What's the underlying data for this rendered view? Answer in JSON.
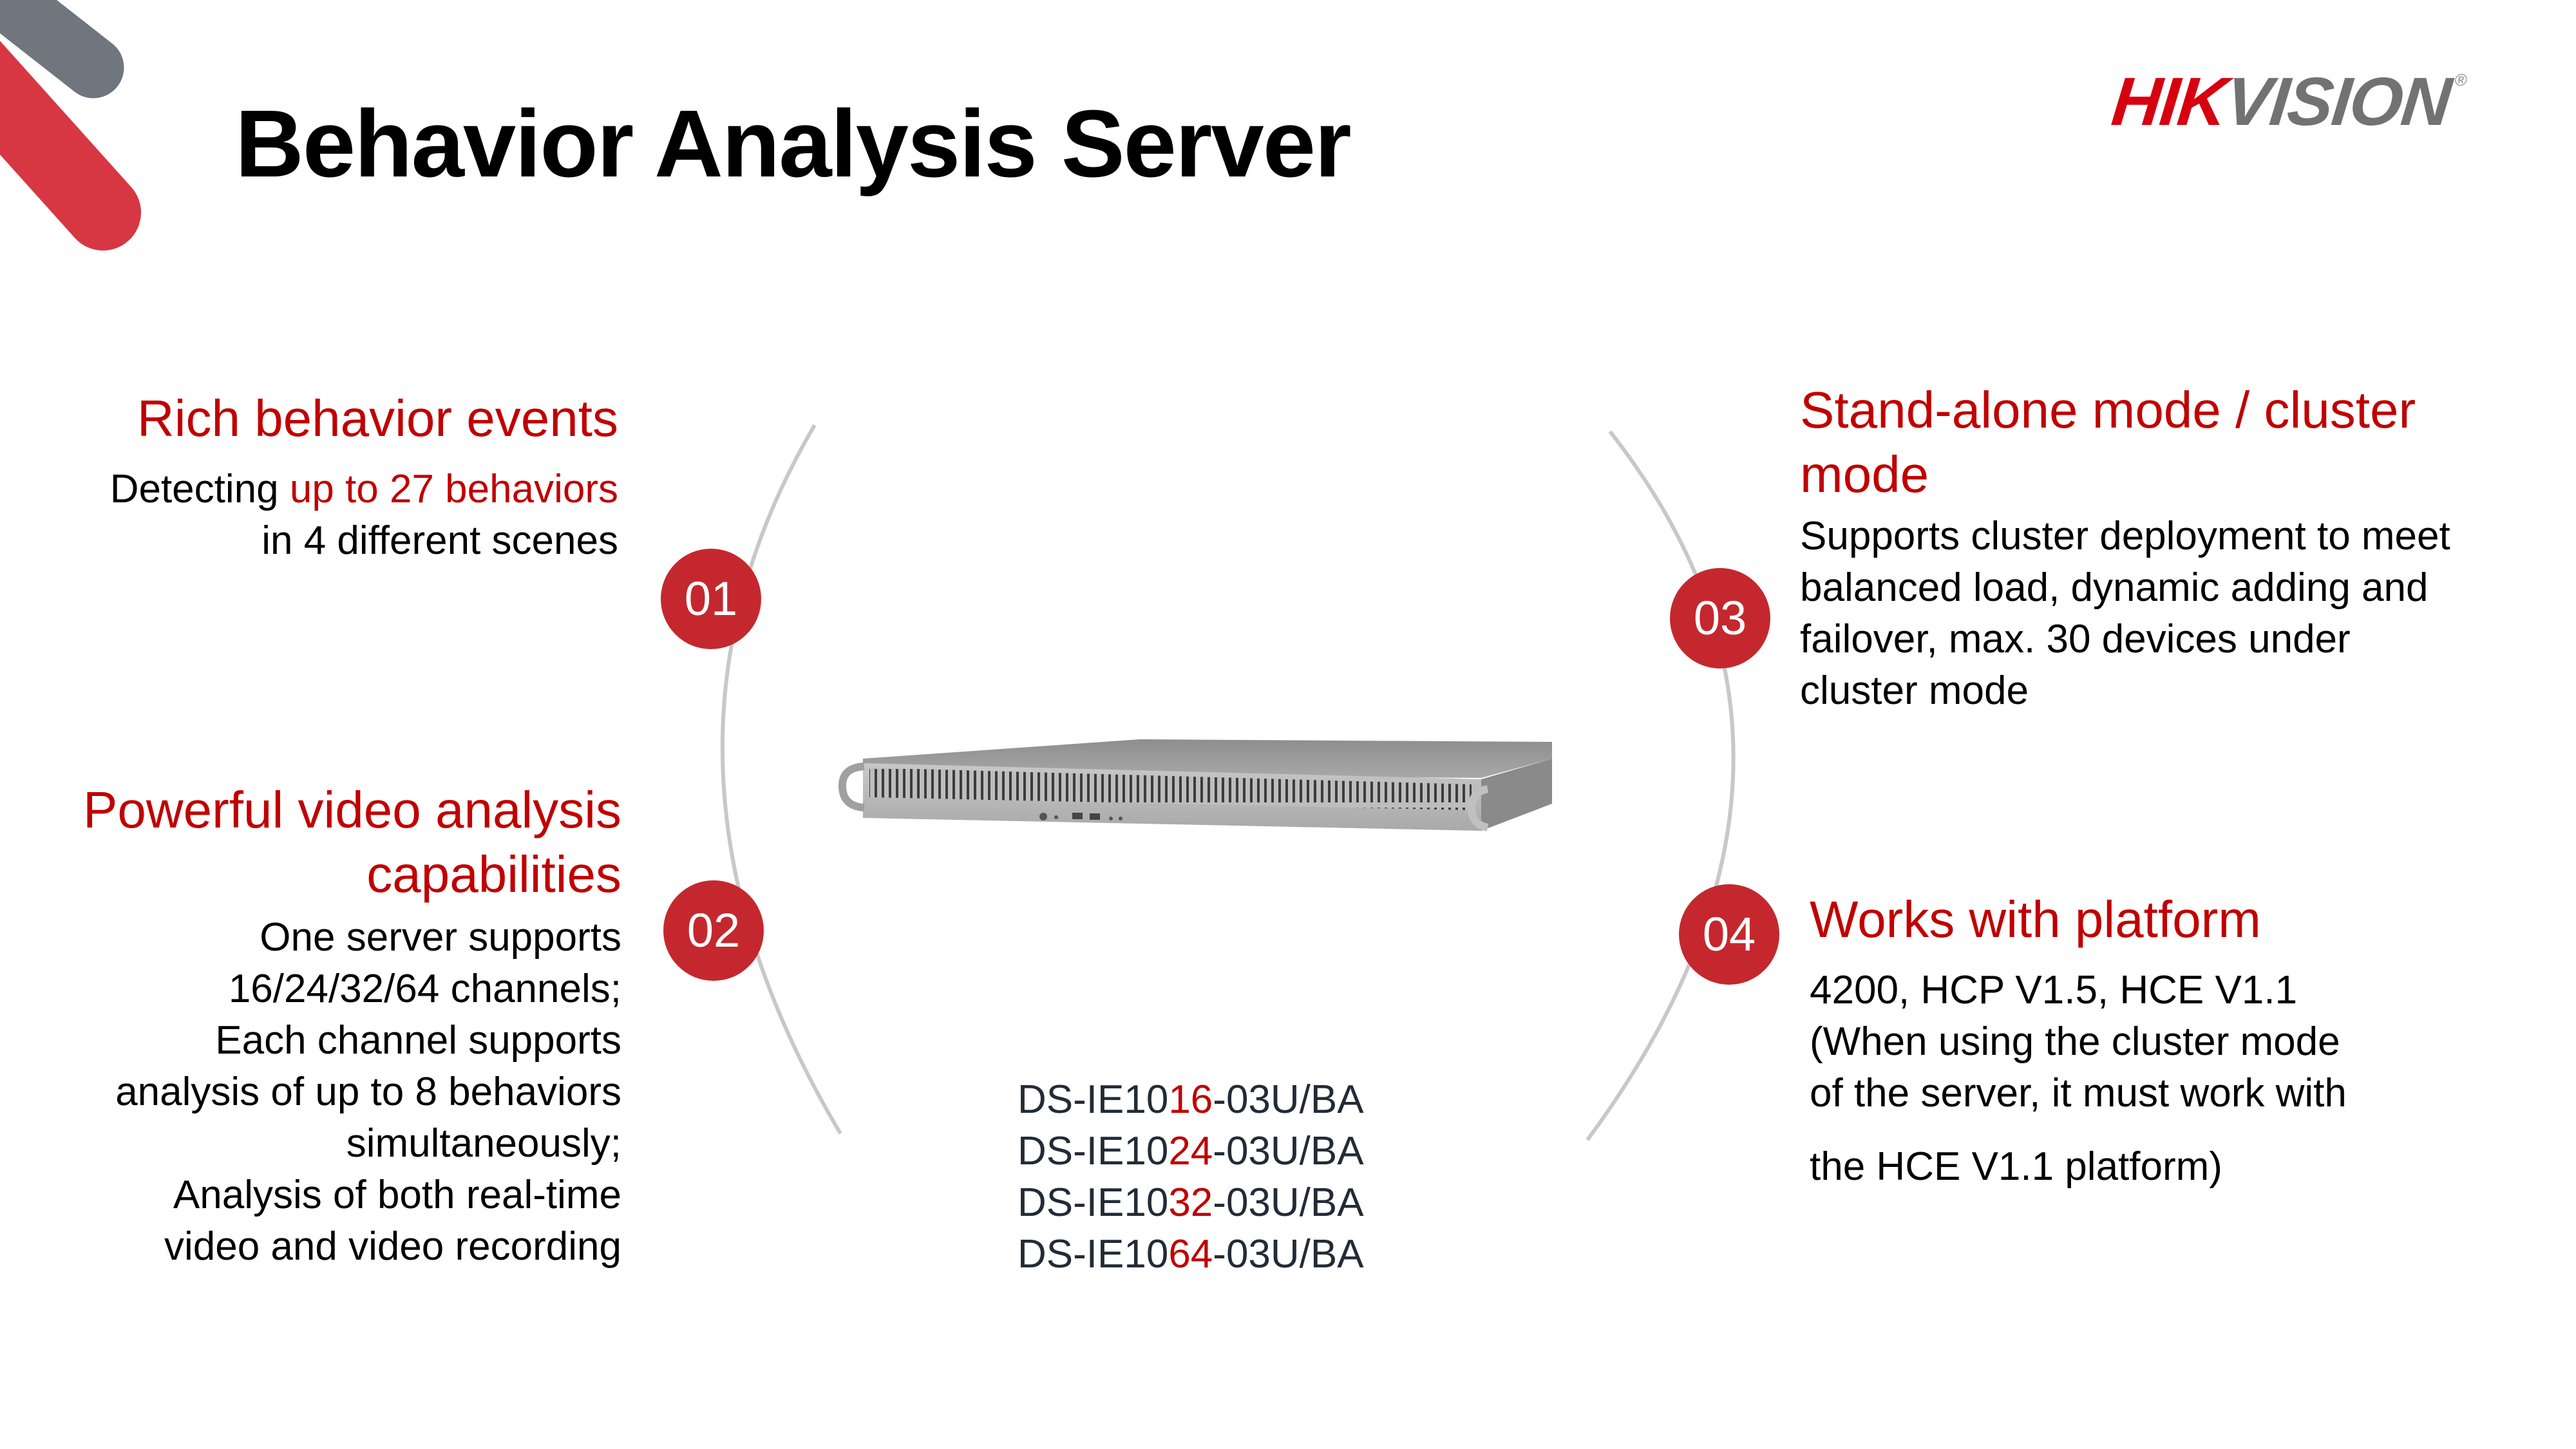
{
  "page": {
    "title": "Behavior Analysis Server"
  },
  "logo": {
    "part1": "HIK",
    "part2": "VISION",
    "registered": "®",
    "colors": {
      "hik": "#d7000f",
      "vision": "#727272"
    }
  },
  "accent_color": "#c00000",
  "badge_color": "#c4282e",
  "features": [
    {
      "number": "01",
      "heading": "Rich behavior events",
      "body": {
        "line1_plain": "Detecting ",
        "line1_highlight": "up to 27 behaviors",
        "line2": "in 4 different scenes"
      }
    },
    {
      "number": "02",
      "heading_lines": [
        "Powerful video analysis",
        "capabilities"
      ],
      "body_lines": [
        "One server supports",
        "16/24/32/64 channels;",
        "Each channel supports",
        "analysis of up to 8 behaviors",
        "simultaneously;",
        "Analysis of both real-time",
        "video and video recording"
      ]
    },
    {
      "number": "03",
      "heading_lines": [
        "Stand-alone mode / cluster",
        "mode"
      ],
      "body_lines": [
        "Supports cluster deployment to meet",
        "balanced load, dynamic adding and",
        "failover, max. 30 devices under",
        "cluster mode"
      ]
    },
    {
      "number": "04",
      "heading": "Works with platform",
      "body_lines": [
        "4200, HCP V1.5, HCE V1.1",
        "(When using the cluster mode",
        "of the server, it must work with",
        "the HCE V1.1  platform)"
      ]
    }
  ],
  "product": {
    "image_icon": "rack-server-icon",
    "models": [
      {
        "prefix": "DS-IE10",
        "channels": "16",
        "suffix": "-03U/BA"
      },
      {
        "prefix": "DS-IE10",
        "channels": "24",
        "suffix": "-03U/BA"
      },
      {
        "prefix": "DS-IE10",
        "channels": "32",
        "suffix": "-03U/BA"
      },
      {
        "prefix": "DS-IE10",
        "channels": "64",
        "suffix": "-03U/BA"
      }
    ]
  }
}
